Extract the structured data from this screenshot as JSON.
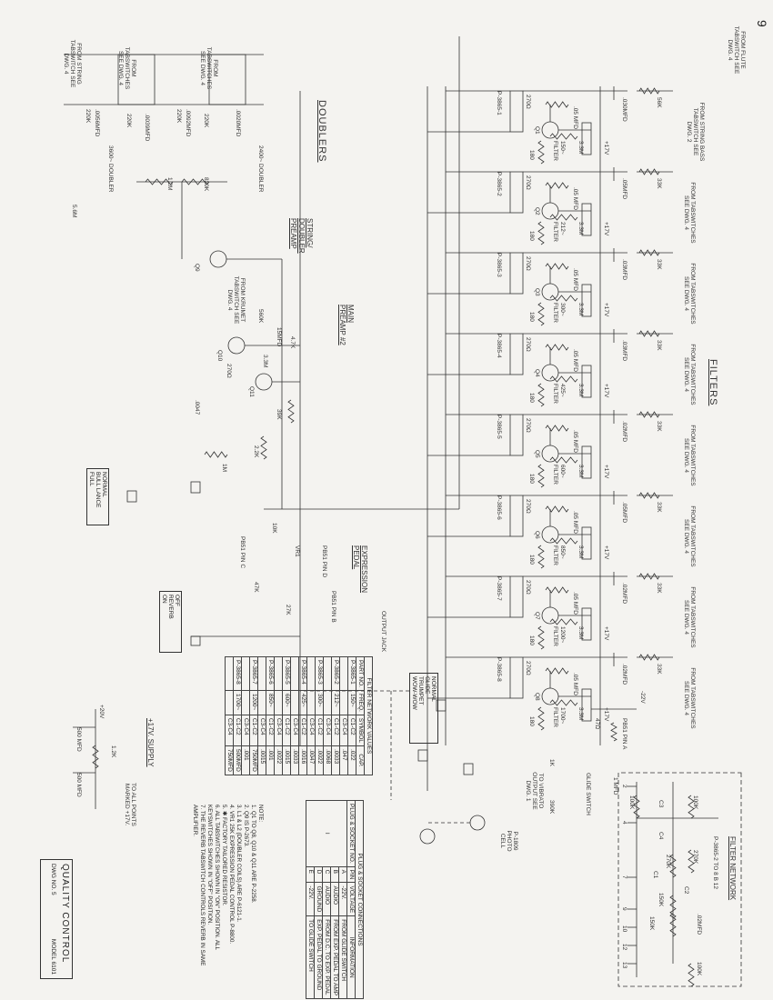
{
  "page_number": "9",
  "titles": {
    "filters": "FILTERS",
    "doublers": "DOUBLERS",
    "string_preamp": "STRING/ DOUBLER PREAMP",
    "main_preamp": "MAIN PREAMP #2",
    "expression_pedal": "EXPRESSION PEDAL",
    "supply": "+17V. SUPPLY",
    "filter_network": "FILTER NETWORK",
    "filter_network_sub": "P-3865-2 TO 8 B 12"
  },
  "filters": [
    {
      "part": "P-3865-1",
      "freq": "150~",
      "q": "Q1",
      "src": "FROM STRING BASS TABSWITCH SEE DWG. 2",
      "r_in": "56K",
      "c_in": ".030mfd"
    },
    {
      "part": "P-3865-2",
      "freq": "212~",
      "q": "Q2",
      "src": "FROM TABSWITCHES SEE DWG. 4",
      "r_in": "33K",
      "c_in": ".05mfd"
    },
    {
      "part": "P-3865-3",
      "freq": "300~",
      "q": "Q3",
      "src": "FROM TABSWITCHES SEE DWG. 4",
      "r_in": "33K",
      "c_in": ".03mfd"
    },
    {
      "part": "P-3865-4",
      "freq": "425~",
      "q": "Q4",
      "src": "FROM TABSWITCHES SEE DWG. 4",
      "r_in": "33K",
      "c_in": ".03mfd"
    },
    {
      "part": "P-3865-5",
      "freq": "600~",
      "q": "Q5",
      "src": "FROM TABSWITCHES SEE DWG. 4",
      "r_in": "33K",
      "c_in": ".02mfd"
    },
    {
      "part": "P-3865-6",
      "freq": "850~",
      "q": "Q6",
      "src": "FROM TABSWITCHES SEE DWG. 4",
      "r_in": "33K",
      "c_in": ".05mfd"
    },
    {
      "part": "P-3865-7",
      "freq": "1200~",
      "q": "Q7",
      "src": "FROM TABSWITCHES SEE DWG. 4",
      "r_in": "33K",
      "c_in": ".02mfd"
    },
    {
      "part": "P-3865-8",
      "freq": "1700~",
      "q": "Q8",
      "src": "FROM TABSWITCHES SEE DWG. 4",
      "r_in": "33K",
      "c_in": ".02mfd"
    }
  ],
  "filter_common": {
    "label": "FILTER",
    "r1": "3.3M",
    "r2": "270Ω",
    "r3": "180",
    "v": "+17V",
    "c": ".05 mfd"
  },
  "labels": {
    "flute": "FROM FLUTE TABSWITCH SEE DWG. 4",
    "doubler_src1": "FROM TABSWITCHES SEE DWG. 4",
    "doubler_src2": "FROM TABSWITCHES SEE DWG. 4",
    "string_src": "FROM STRING TABSWITCH SEE DWG. 4",
    "krumet": "FROM KRUMET TABSWITCH SEE DWG. 4",
    "d1": "220K",
    "d2": ".0020mfd",
    "d3": "2400~ DOUBLER",
    "d4": ".0092mfd",
    "d5": "220K",
    "d6": "820K",
    "d7": "220K",
    "d8": ".0039mfd",
    "d9": "3600~ DOUBLER",
    "d10": ".0056mfd",
    "d11": "220K",
    "d12": "1.2M",
    "q9": "Q9",
    "q10": "Q10",
    "q11": "Q11",
    "r560k": "560K",
    "r47k": "4.7K",
    "c15": "15mfd",
    "r270": "270Ω",
    "r33m": "3.3M",
    "r39k": "39K",
    "r22k": "2.2K",
    "r1m": "1M",
    "r10k": "10K",
    "r56k": "5.6M",
    "c47": ".0047",
    "glide": "GLIDE SWITCH",
    "pb51a": "PB51 PIN A",
    "r47": "47Ω",
    "v22": "-22V",
    "vibrato": "TO VIBRATO OUTPUT SEE DWG. 1",
    "photo": "P-1809 PHOTO CELL",
    "r390k": "390K",
    "r1k": "1K",
    "c1mfd": "1 mfd",
    "vr1": "VR1",
    "r27k": "27K",
    "r47k2": "47K",
    "pb51b": "PB51 PIN B",
    "pb51c": "PB51 PIN C",
    "pb51d": "PB51 PIN D",
    "output": "OUTPUT JACK",
    "supply_out": "TO ALL POINTS MARKED +17V.",
    "v20": "+20V",
    "r12k": "1.2K",
    "c500a": "500 mfd",
    "c500b": "500 mfd",
    "fn_r1": "100K",
    "fn_c3": "C3",
    "fn_r2": "100K",
    "fn_c4": "C4",
    "fn_r3": "270K",
    "fn_r4": "270K",
    "fn_c1": "C1",
    "fn_c2": "C2",
    "fn_r5": "150K",
    "fn_r6": "150K",
    "fn_c5": ".02mfd",
    "fn_r7": "100K",
    "fn_pins": [
      "2",
      "4",
      "7",
      "9",
      "10",
      "12",
      "13"
    ]
  },
  "switch_boxes": {
    "voice": [
      "NORMAL",
      "GLIDE",
      "TRUMPET",
      "WOW-WOW"
    ],
    "bass": [
      "NORMAL",
      "BULL LANCE",
      "FULL"
    ],
    "reverb": [
      "OFF",
      "REVERB",
      "ON"
    ]
  },
  "filter_table": {
    "title": "FILTER NETWORK VALUES",
    "headers": [
      "PART NO.",
      "FREQ.",
      "SYMBOL",
      "CAP."
    ],
    "rows": [
      [
        "P-3865-1",
        "150~",
        "C1-C2",
        ".022"
      ],
      [
        "",
        "",
        "C3-C4",
        ".047"
      ],
      [
        "P-3865-2",
        "212~",
        "C1-C2",
        ".0033"
      ],
      [
        "",
        "",
        "C3-C4",
        ".0068"
      ],
      [
        "P-3865-3",
        "300~",
        "C1-C2",
        ".0022"
      ],
      [
        "",
        "",
        "C3-C4",
        ".0047"
      ],
      [
        "P-3865-4",
        "425~",
        "C1-C2",
        ".0016"
      ],
      [
        "",
        "",
        "C3-C4",
        ".0033"
      ],
      [
        "P-3865-5",
        "600~",
        "C1-C2",
        ".0015"
      ],
      [
        "",
        "",
        "C3-C4",
        ".0022"
      ],
      [
        "P-3865-6",
        "850~",
        "C1-C2",
        ".001"
      ],
      [
        "",
        "",
        "C3-C4",
        ".0015"
      ],
      [
        "P-3865-7",
        "1200~",
        "C1-C2",
        "750mfd"
      ],
      [
        "",
        "",
        "C3-C4",
        ".001"
      ],
      [
        "P-3865-8",
        "1700~",
        "C1-C2",
        "500mfd"
      ],
      [
        "",
        "",
        "C3-C4",
        "750mfd"
      ]
    ]
  },
  "plug_table": {
    "title": "PLUG & SOCKET CONNECTIONS",
    "headers": [
      "PLUG & SOCKET NO.",
      "PIN",
      "VOLTAGE",
      "INFORMATION"
    ],
    "socket": "I",
    "rows": [
      [
        "A",
        "-22V.",
        "FROM GLIDE SWITCH"
      ],
      [
        "B",
        "AUDIO",
        "FROM EXP. PEDAL TO AMP"
      ],
      [
        "C",
        "AUDIO",
        "FROM D.C. TO EXP. PEDAL"
      ],
      [
        "D",
        "GROUND",
        "EXP. PEDAL TO GROUND"
      ],
      [
        "E",
        "-22V.",
        "TO GLIDE SWITCH"
      ]
    ]
  },
  "notes": {
    "title": "NOTE:",
    "items": [
      "1. Q1 TO Q8, Q10 & Q11 ARE P-2258.",
      "2. Q9 IS P-2673.",
      "3. L1 & L2 (DOUBLER COILS) ARE P-6121-1.",
      "4. VR1 25K EXPRESSION PEDAL CONTROL P-8800.",
      "5. ✱ FACTORY TAILORED RESISTOR.",
      "6. ALL TABSWITCHES SHOWN IN \"ON\" POSITION. ALL KEYSWITCHES SHOWN IN \"OFF\" POSITION.",
      "7. THE REVERB TABSWITCH CONTROLS REVERB IN SAME AMPLIFIER."
    ]
  },
  "title_block": {
    "title": "QUALITY CONTROL",
    "dwg": "DWG NO. 5",
    "model": "MODEL 6101"
  }
}
